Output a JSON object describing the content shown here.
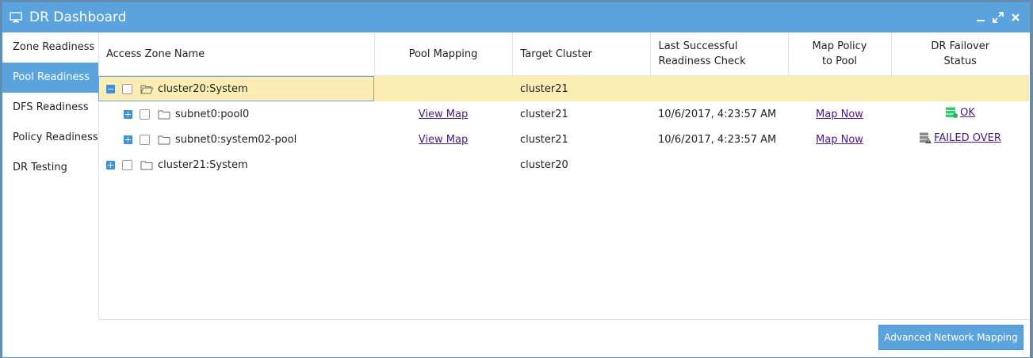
{
  "window": {
    "title": "DR Dashboard"
  },
  "sidebar": {
    "items": [
      {
        "label": "Zone Readiness"
      },
      {
        "label": "Pool Readiness",
        "active": true
      },
      {
        "label": "DFS Readiness"
      },
      {
        "label": "Policy Readiness"
      },
      {
        "label": "DR Testing"
      }
    ]
  },
  "table": {
    "headers": {
      "name": "Access Zone Name",
      "pool_mapping": "Pool Mapping",
      "target_cluster": "Target Cluster",
      "last_check_l1": "Last Successful",
      "last_check_l2": "Readiness Check",
      "map_policy_l1": "Map Policy",
      "map_policy_l2": "to Pool",
      "failover_l1": "DR Failover",
      "failover_l2": "Status"
    },
    "rows": [
      {
        "name": "cluster20:System",
        "pool_mapping": "",
        "target_cluster": "cluster21",
        "last_check": "",
        "map_policy": "",
        "status": ""
      },
      {
        "name": "subnet0:pool0",
        "pool_mapping": "View Map",
        "target_cluster": "cluster21",
        "last_check": "10/6/2017, 4:23:57 AM",
        "map_policy": "Map Now",
        "status": "OK"
      },
      {
        "name": "subnet0:system02-pool",
        "pool_mapping": "View Map",
        "target_cluster": "cluster21",
        "last_check": "10/6/2017, 4:23:57 AM",
        "map_policy": "Map Now",
        "status": "FAILED OVER"
      },
      {
        "name": "cluster21:System",
        "pool_mapping": "",
        "target_cluster": "cluster20",
        "last_check": "",
        "map_policy": "",
        "status": ""
      }
    ]
  },
  "footer": {
    "button_label": "Advanced Network Mapping"
  },
  "icons": {
    "app": "monitor-icon",
    "minimize": "minimize-icon",
    "maximize": "maximize-icon",
    "close": "close-icon",
    "status_ok": "server-ok-icon",
    "status_failed": "server-warning-icon"
  },
  "colors": {
    "accent": "#5ba3dd",
    "selected_row": "#fcedb5",
    "link": "#4a1a7a",
    "ok_green": "#2ecc71"
  }
}
